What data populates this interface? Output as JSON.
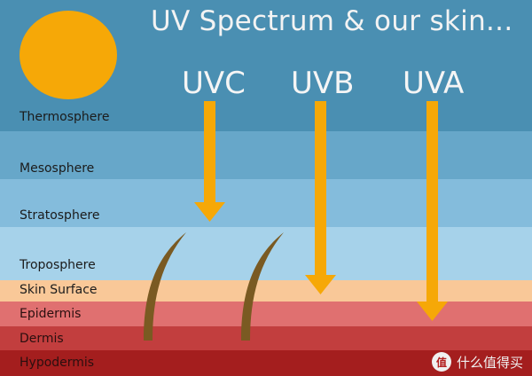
{
  "title": "UV Spectrum & our skin...",
  "uv_types": [
    {
      "label": "UVC",
      "reaches": "Stratosphere"
    },
    {
      "label": "UVB",
      "reaches": "Skin Surface"
    },
    {
      "label": "UVA",
      "reaches": "Epidermis"
    }
  ],
  "layers": [
    {
      "label": "Thermosphere",
      "color": "#4a8fb2"
    },
    {
      "label": "Mesosphere",
      "color": "#67a7c9"
    },
    {
      "label": "Stratosphere",
      "color": "#84bcdc"
    },
    {
      "label": "Troposphere",
      "color": "#a6d2ea"
    },
    {
      "label": "Skin Surface",
      "color": "#f9c898"
    },
    {
      "label": "Epidermis",
      "color": "#e07070"
    },
    {
      "label": "Dermis",
      "color": "#c23e3e"
    },
    {
      "label": "Hypodermis",
      "color": "#a41e1e"
    }
  ],
  "colors": {
    "sun": "#f6a807",
    "arrow": "#f6a807",
    "hair": "#7a5a22"
  },
  "watermark": {
    "logo": "值",
    "text": "什么值得买"
  }
}
